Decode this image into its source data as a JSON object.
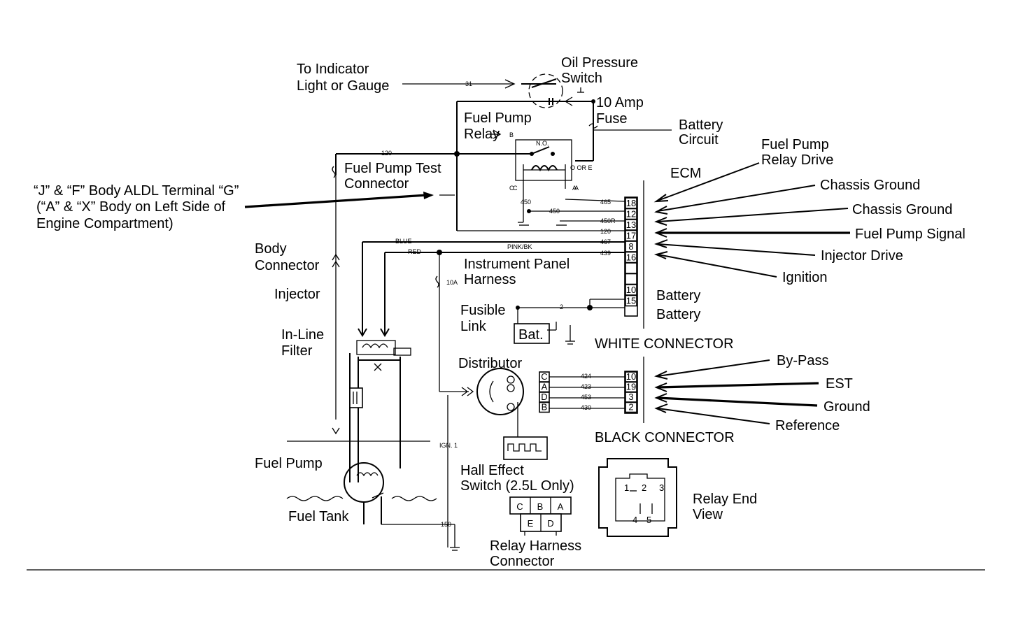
{
  "labels": {
    "to_indicator_1": "To Indicator",
    "to_indicator_2": "Light or Gauge",
    "oil_pressure_1": "Oil Pressure",
    "oil_pressure_2": "Switch",
    "amp_fuse_1": "10 Amp",
    "amp_fuse_2": "Fuse",
    "fuel_pump_relay_1": "Fuel Pump",
    "fuel_pump_relay_2": "Relay",
    "battery_circuit_1": "Battery",
    "battery_circuit_2": "Circuit",
    "relay_drive_1": "Fuel Pump",
    "relay_drive_2": "Relay Drive",
    "test_conn_1": "Fuel Pump Test",
    "test_conn_2": "Connector",
    "ecm": "ECM",
    "aldl_1": "“J” & “F” Body ALDL Terminal “G”",
    "aldl_2": "(“A” & “X” Body on Left Side of",
    "aldl_3": "Engine Compartment)",
    "chassis_ground_1": "Chassis Ground",
    "chassis_ground_2": "Chassis Ground",
    "fuel_pump_signal": "Fuel Pump Signal",
    "body_conn_1": "Body",
    "body_conn_2": "Connector",
    "injector_drive": "Injector Drive",
    "ip_harness_1": "Instrument Panel",
    "ip_harness_2": "Harness",
    "injector": "Injector",
    "ignition": "Ignition",
    "fusible_1": "Fusible",
    "fusible_2": "Link",
    "battery_1": "Battery",
    "battery_2": "Battery",
    "bat": "Bat.",
    "inline_1": "In-Line",
    "inline_2": "Filter",
    "white_connector": "WHITE CONNECTOR",
    "distributor": "Distributor",
    "bypass": "By-Pass",
    "est": "EST",
    "ground": "Ground",
    "reference": "Reference",
    "black_connector": "BLACK CONNECTOR",
    "fuel_pump": "Fuel Pump",
    "hall_1": "Hall Effect",
    "hall_2": "Switch (2.5L Only)",
    "relay_end_1": "Relay End",
    "relay_end_2": "View",
    "fuel_tank": "Fuel Tank",
    "relay_harness_1": "Relay Harness",
    "relay_harness_2": "Connector"
  },
  "wires": {
    "w31": "31",
    "w120_top": "120",
    "no": "N.O.",
    "nc": "O OR E",
    "w465": "465",
    "w450_a": "450",
    "w450_b": "450",
    "w450r": "450R",
    "w120": "120",
    "w467": "467",
    "w439": "439",
    "blue": "BLUE",
    "red": "RED",
    "pinkbk": "PINK/BK",
    "w10a": "10A",
    "w2": "2",
    "w424": "424",
    "w423": "423",
    "w453": "453",
    "w430": "430",
    "ign": "IGN. 1",
    "w150": "150",
    "relay_c": "C",
    "relay_a": "A",
    "relay_b": "B"
  },
  "white_pins": [
    "18",
    "12",
    "13",
    "17",
    "8",
    "16",
    "",
    "",
    "10",
    "15"
  ],
  "black_pins": [
    "10",
    "19",
    "3",
    "2"
  ],
  "dist_pins": [
    "C",
    "A",
    "D",
    "B"
  ],
  "harness_top": [
    "C",
    "B",
    "A"
  ],
  "harness_bottom": [
    "E",
    "D"
  ],
  "relay_end_top": [
    "1",
    "2",
    "3"
  ],
  "relay_end_bottom": [
    "4",
    "5"
  ]
}
